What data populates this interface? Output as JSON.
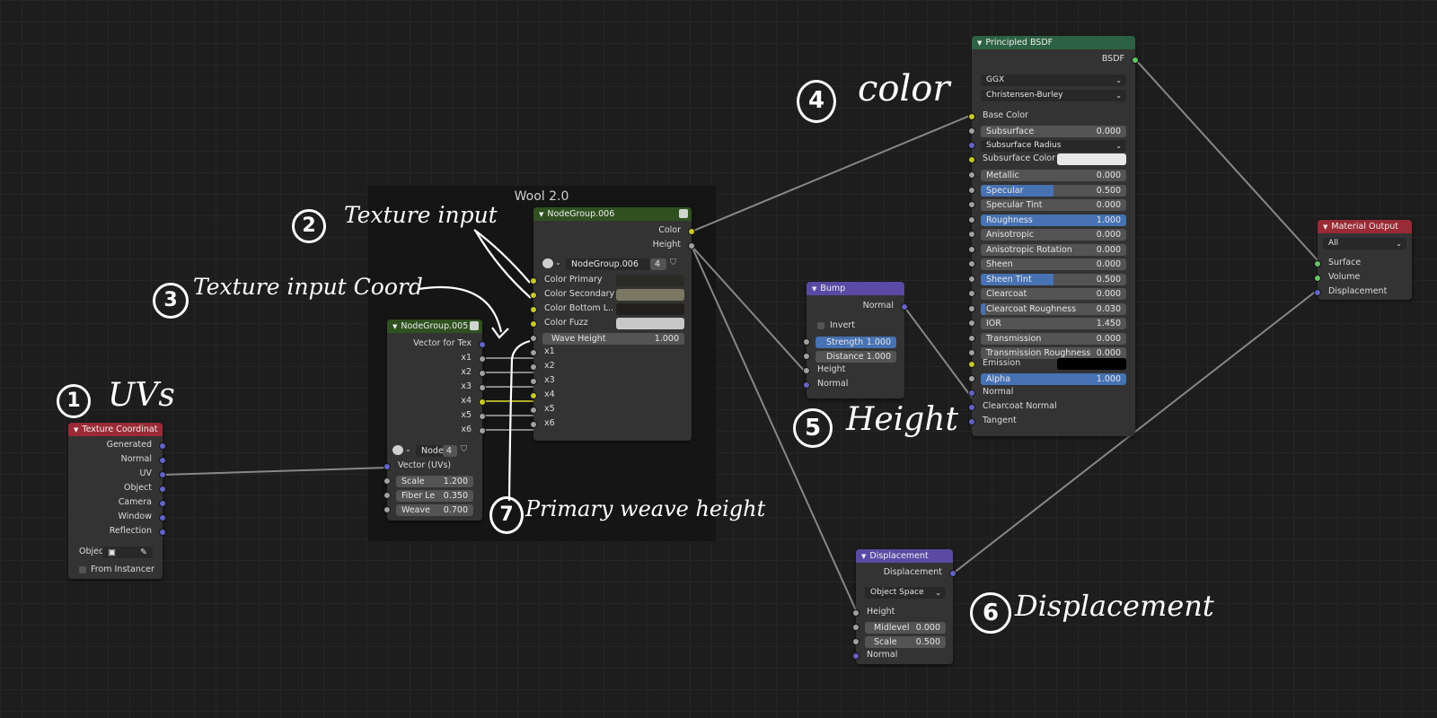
{
  "frame": {
    "title": "Wool 2.0"
  },
  "texcoord": {
    "title": "Texture Coordinat",
    "outputs": [
      "Generated",
      "Normal",
      "UV",
      "Object",
      "Camera",
      "Window",
      "Reflection"
    ],
    "object_label": "Objec",
    "from_instancer": "From Instancer"
  },
  "ng005": {
    "title": "NodeGroup.005",
    "output_top": "Vector for Tex",
    "outputs": [
      "x1",
      "x2",
      "x3",
      "x4",
      "x5",
      "x6"
    ],
    "group_name": "Node",
    "group_users": "4",
    "vector_input": "Vector (UVs)",
    "fields": [
      {
        "label": "Scale",
        "value": "1.200"
      },
      {
        "label": "Fiber Le",
        "value": "0.350"
      },
      {
        "label": "Weave",
        "value": "0.700"
      }
    ]
  },
  "ng006": {
    "title": "NodeGroup.006",
    "outputs": [
      "Color",
      "Height"
    ],
    "group_name": "NodeGroup.006",
    "group_users": "4",
    "color_inputs": [
      {
        "label": "Color Primary",
        "color": "#2b2b26"
      },
      {
        "label": "Color Secondary",
        "color": "#7a7862"
      },
      {
        "label": "Color Bottom L..",
        "color": "#231f1c"
      },
      {
        "label": "Color Fuzz",
        "color": "#c8c8c8"
      }
    ],
    "wave_height": {
      "label": "Wave Height",
      "value": "1.000"
    },
    "inputs": [
      "x1",
      "x2",
      "x3",
      "x4",
      "x5",
      "x6"
    ]
  },
  "bump": {
    "title": "Bump",
    "output": "Normal",
    "invert": "Invert",
    "strength": {
      "label": "Strength",
      "value": "1.000"
    },
    "distance": {
      "label": "Distance",
      "value": "1.000"
    },
    "height": "Height",
    "normal": "Normal"
  },
  "displacement": {
    "title": "Displacement",
    "output": "Displacement",
    "space": "Object Space",
    "height": "Height",
    "midlevel": {
      "label": "Midlevel",
      "value": "0.000"
    },
    "scale": {
      "label": "Scale",
      "value": "0.500"
    },
    "normal": "Normal"
  },
  "bsdf": {
    "title": "Principled BSDF",
    "output": "BSDF",
    "distribution": "GGX",
    "subsurface_method": "Christensen-Burley",
    "base_color": "Base Color",
    "subsurface": {
      "label": "Subsurface",
      "value": "0.000"
    },
    "subsurface_radius": "Subsurface Radius",
    "subsurface_color": "Subsurface Color",
    "fields": [
      {
        "label": "Metallic",
        "value": "0.000",
        "fill": 0
      },
      {
        "label": "Specular",
        "value": "0.500",
        "fill": 0.5
      },
      {
        "label": "Specular Tint",
        "value": "0.000",
        "fill": 0
      },
      {
        "label": "Roughness",
        "value": "1.000",
        "fill": 1
      },
      {
        "label": "Anisotropic",
        "value": "0.000",
        "fill": 0
      },
      {
        "label": "Anisotropic Rotation",
        "value": "0.000",
        "fill": 0
      },
      {
        "label": "Sheen",
        "value": "0.000",
        "fill": 0
      },
      {
        "label": "Sheen Tint",
        "value": "0.500",
        "fill": 0.5
      },
      {
        "label": "Clearcoat",
        "value": "0.000",
        "fill": 0
      },
      {
        "label": "Clearcoat Roughness",
        "value": "0.030",
        "fill": 0.03
      },
      {
        "label": "IOR",
        "value": "1.450",
        "fill": 0
      },
      {
        "label": "Transmission",
        "value": "0.000",
        "fill": 0
      },
      {
        "label": "Transmission Roughness",
        "value": "0.000",
        "fill": 0
      }
    ],
    "emission": "Emission",
    "alpha": {
      "label": "Alpha",
      "value": "1.000",
      "fill": 1
    },
    "normal": "Normal",
    "clearcoat_normal": "Clearcoat Normal",
    "tangent": "Tangent"
  },
  "matout": {
    "title": "Material Output",
    "target": "All",
    "inputs": [
      "Surface",
      "Volume",
      "Displacement"
    ]
  },
  "annotations": {
    "a1": {
      "num": "1",
      "text": "UVs"
    },
    "a2": {
      "num": "2",
      "text": "Texture input"
    },
    "a3": {
      "num": "3",
      "text": "Texture input Coord"
    },
    "a4": {
      "num": "4",
      "text": "color"
    },
    "a5": {
      "num": "5",
      "text": "Height"
    },
    "a6": {
      "num": "6",
      "text": "Displacement"
    },
    "a7": {
      "num": "7",
      "text": "Primary weave height"
    }
  },
  "colors": {
    "accent_blue": "#4772b3",
    "socket_vector": "#6363c7",
    "socket_color": "#c7c729",
    "socket_shader": "#63c763"
  }
}
